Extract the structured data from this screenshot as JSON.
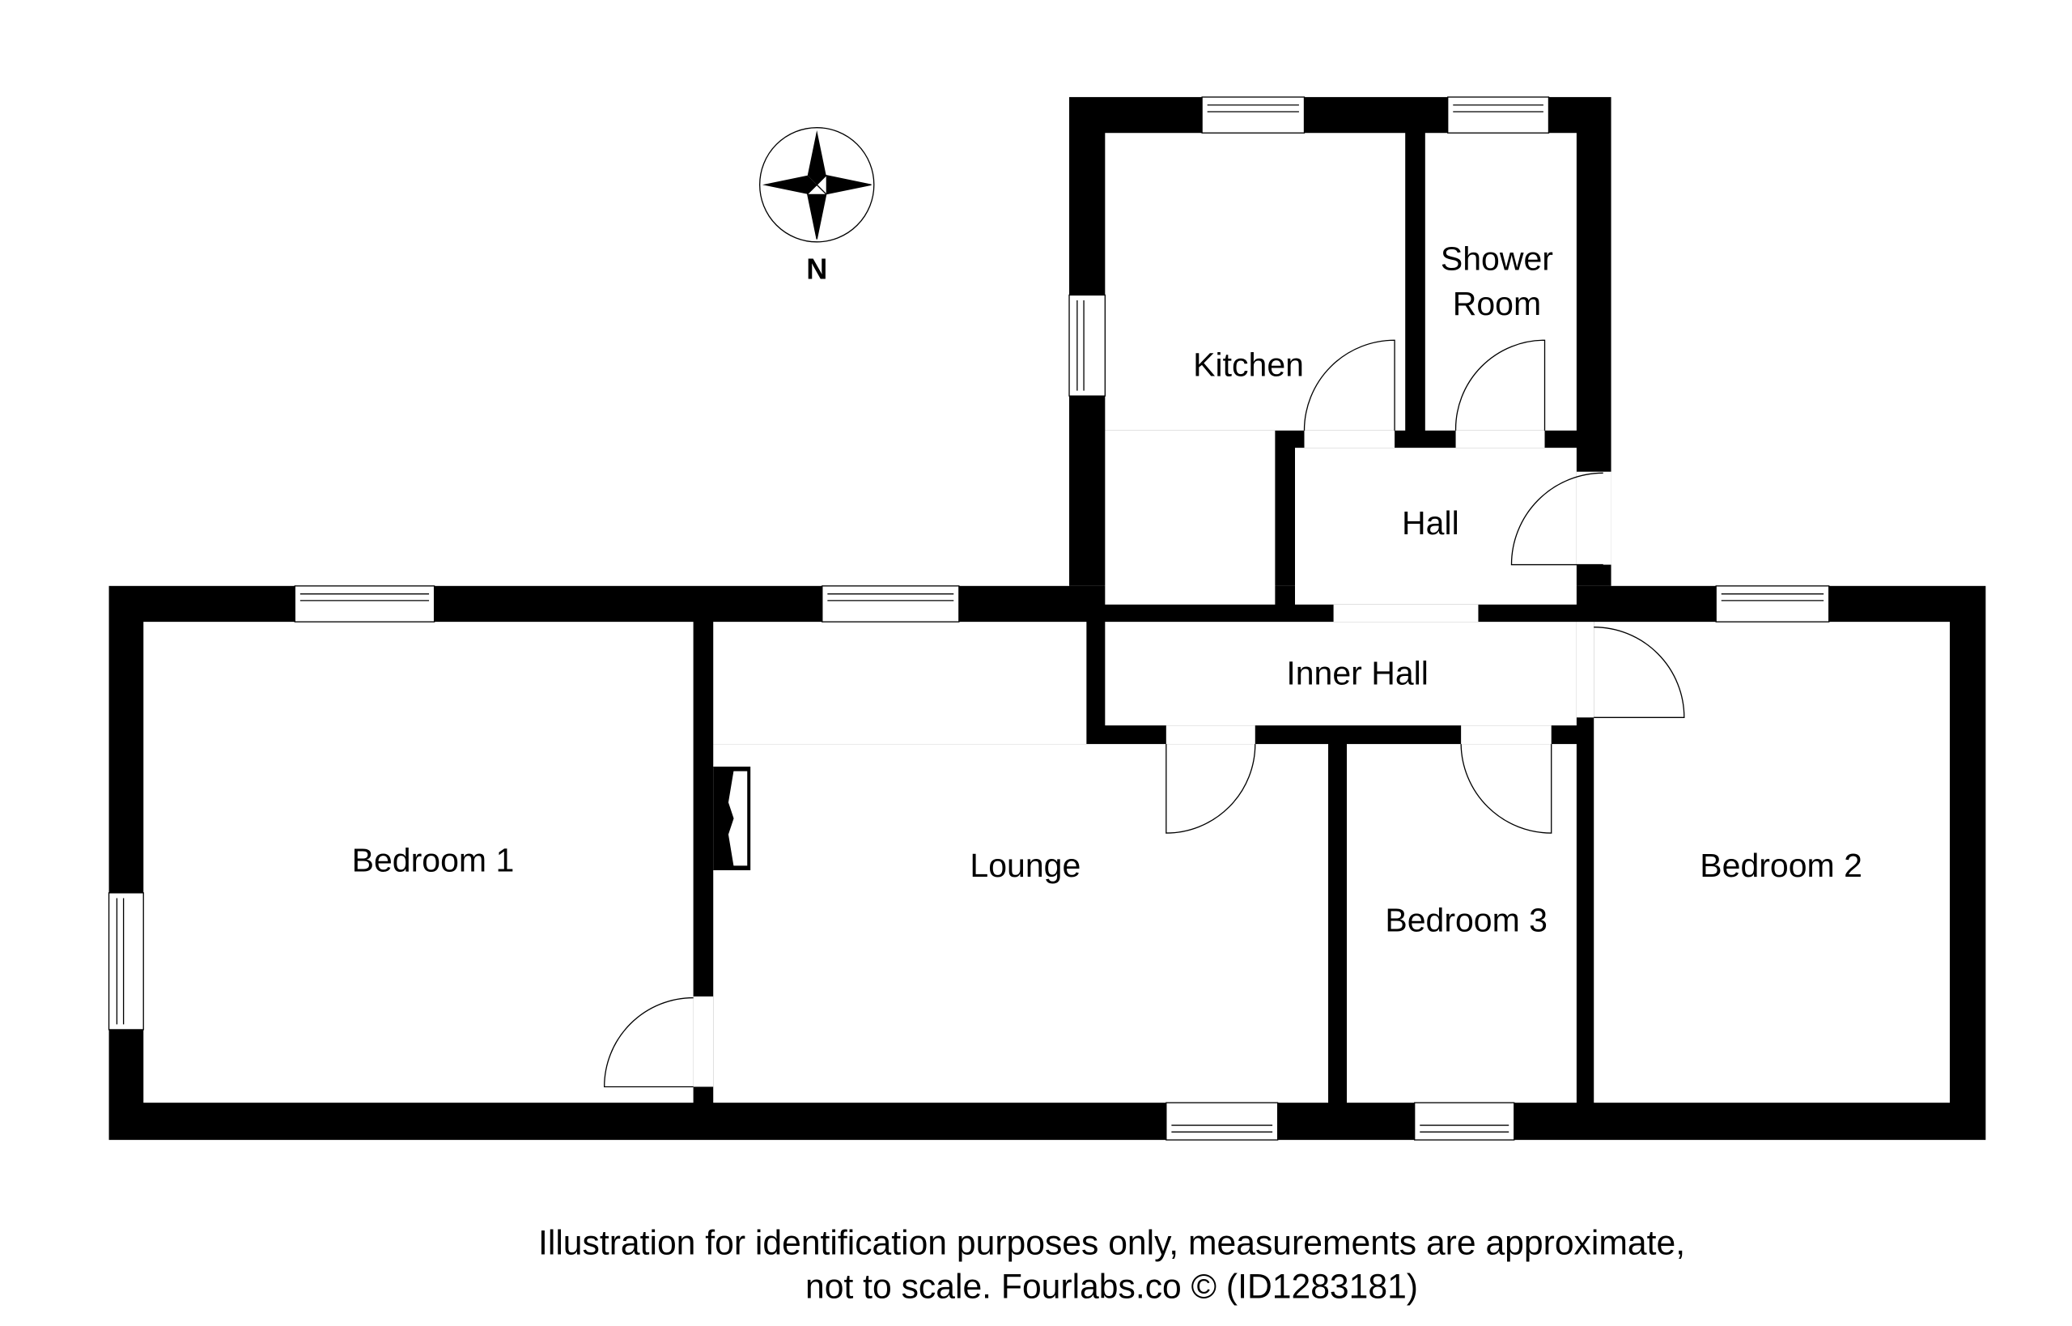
{
  "rooms": {
    "kitchen": "Kitchen",
    "shower_line1": "Shower",
    "shower_line2": "Room",
    "hall": "Hall",
    "inner_hall": "Inner Hall",
    "bedroom1": "Bedroom 1",
    "lounge": "Lounge",
    "bedroom3": "Bedroom 3",
    "bedroom2": "Bedroom 2"
  },
  "compass": {
    "label": "N",
    "icon": "compass-rose-icon"
  },
  "footer": {
    "line1": "Illustration for identification purposes only, measurements are approximate,",
    "line2": "not to scale. Fourlabs.co © (ID1283181)"
  },
  "colors": {
    "wall": "#000000",
    "background": "#ffffff"
  }
}
